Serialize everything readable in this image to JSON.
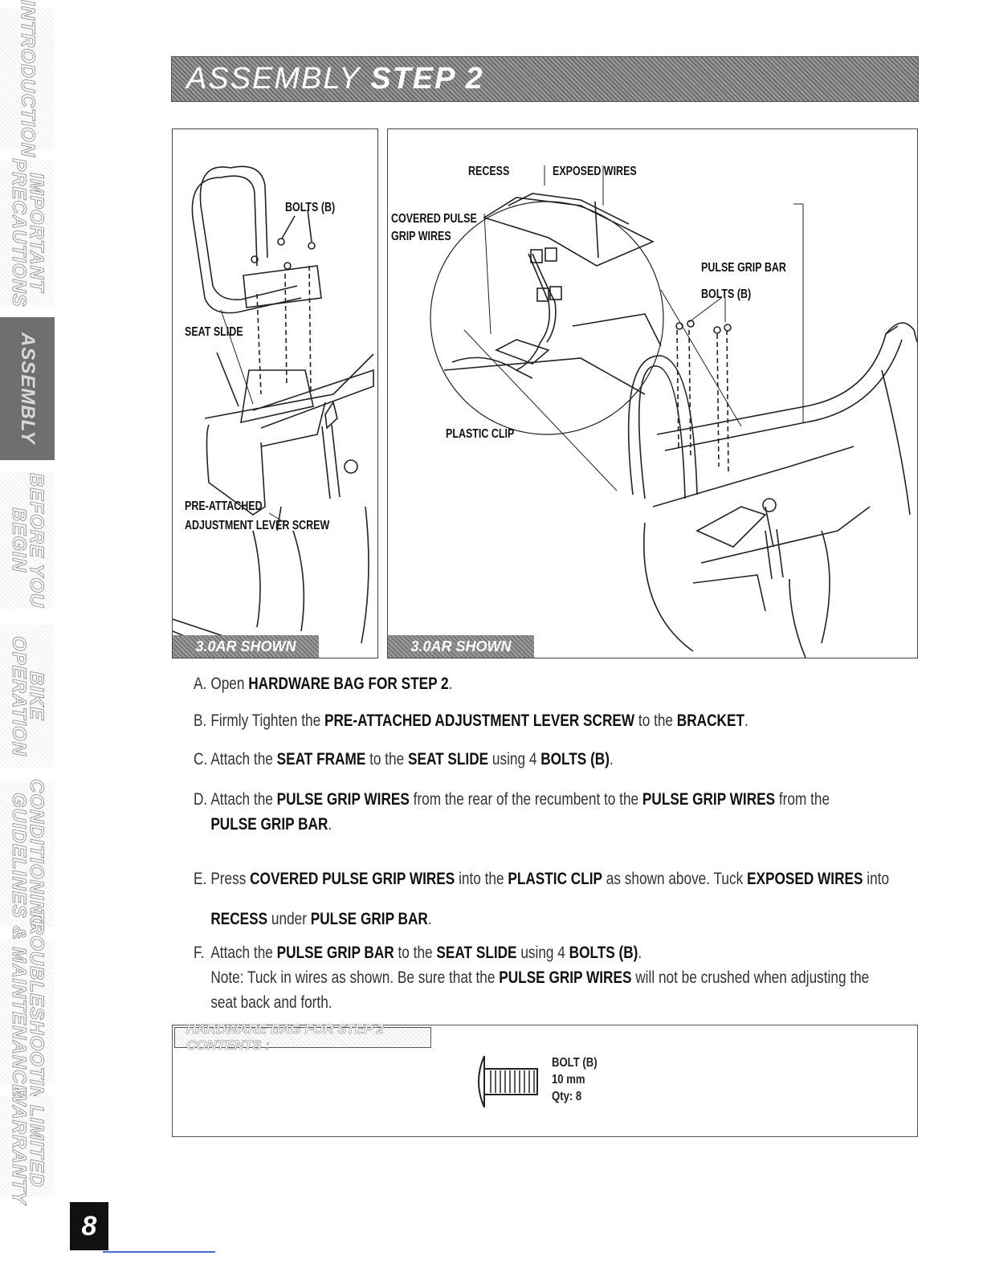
{
  "sidebar": {
    "tabs": [
      {
        "label": "INTRODUCTION",
        "active": false
      },
      {
        "label": "IMPORTANT PRECAUTIONS",
        "active": false
      },
      {
        "label": "ASSEMBLY",
        "active": true
      },
      {
        "label": "BEFORE YOU BEGIN",
        "active": false
      },
      {
        "label": "BIKE OPERATION",
        "active": false
      },
      {
        "label": "CONDITIONING GUIDELINES",
        "active": false
      },
      {
        "label": "TROUBLESHOOTING & MAINTENANCE",
        "active": false
      },
      {
        "label": "LIMITED WARRANTY",
        "active": false
      }
    ]
  },
  "header": {
    "title_prefix": "ASSEMBLY",
    "title_step": "STEP 2"
  },
  "diagram_left": {
    "callouts": {
      "bolts": "BOLTS (B)",
      "seat_slide": "SEAT SLIDE",
      "pre_attached": "PRE-ATTACHED",
      "adjustment_screw": "ADJUSTMENT LEVER SCREW"
    },
    "shown_label": "3.0AR SHOWN"
  },
  "diagram_right": {
    "callouts": {
      "recess": "RECESS",
      "exposed_wires": "EXPOSED WIRES",
      "covered_pulse": "COVERED PULSE",
      "grip_wires": "GRIP WIRES",
      "pulse_grip_bar": "PULSE GRIP BAR",
      "bolts": "BOLTS (B)",
      "plastic_clip": "PLASTIC CLIP"
    },
    "shown_label": "3.0AR SHOWN"
  },
  "steps": {
    "a": {
      "letter": "A.",
      "t1": "Open ",
      "b1": "HARDWARE BAG FOR STEP 2",
      "t2": "."
    },
    "b": {
      "letter": "B.",
      "t1": "Firmly Tighten the ",
      "b1": "PRE-ATTACHED ADJUSTMENT LEVER SCREW",
      "t2": " to the ",
      "b2": "BRACKET",
      "t3": "."
    },
    "c": {
      "letter": "C.",
      "t1": "Attach the ",
      "b1": "SEAT FRAME",
      "t2": " to the ",
      "b2": "SEAT SLIDE",
      "t3": " using 4 ",
      "b3": "BOLTS (B)",
      "t4": "."
    },
    "d": {
      "letter": "D.",
      "t1": "Attach the ",
      "b1": "PULSE GRIP WIRES",
      "t2": " from the rear of the recumbent to the ",
      "b2": "PULSE GRIP WIRES",
      "t3": " from the",
      "b3": "PULSE GRIP BAR",
      "t4": "."
    },
    "e": {
      "letter": "E.",
      "t1": "Press ",
      "b1": "COVERED PULSE GRIP WIRES",
      "t2": " into the ",
      "b2": "PLASTIC CLIP",
      "t3": " as shown above. Tuck ",
      "b3": "EXPOSED WIRES",
      "t4": " into",
      "b4": "RECESS",
      "t5": " under ",
      "b5": "PULSE GRIP BAR",
      "t6": "."
    },
    "f": {
      "letter": "F.",
      "t1": "Attach the ",
      "b1": "PULSE GRIP BAR",
      "t2": " to the ",
      "b2": "SEAT SLIDE",
      "t3": " using 4 ",
      "b3": "BOLTS (B)",
      "t4": ".",
      "note1": "Note:  Tuck in wires as shown. Be sure that the ",
      "note_b": "PULSE GRIP WIRES",
      "note2": " will not be crushed when adjusting the",
      "note3": "seat back and forth."
    }
  },
  "hardware": {
    "title": "HARDWARE BAG FOR STEP 2 CONTENTS :",
    "item_name": "BOLT (B)",
    "item_size": "10 mm",
    "item_qty": "Qty: 8"
  },
  "page_number": "8"
}
